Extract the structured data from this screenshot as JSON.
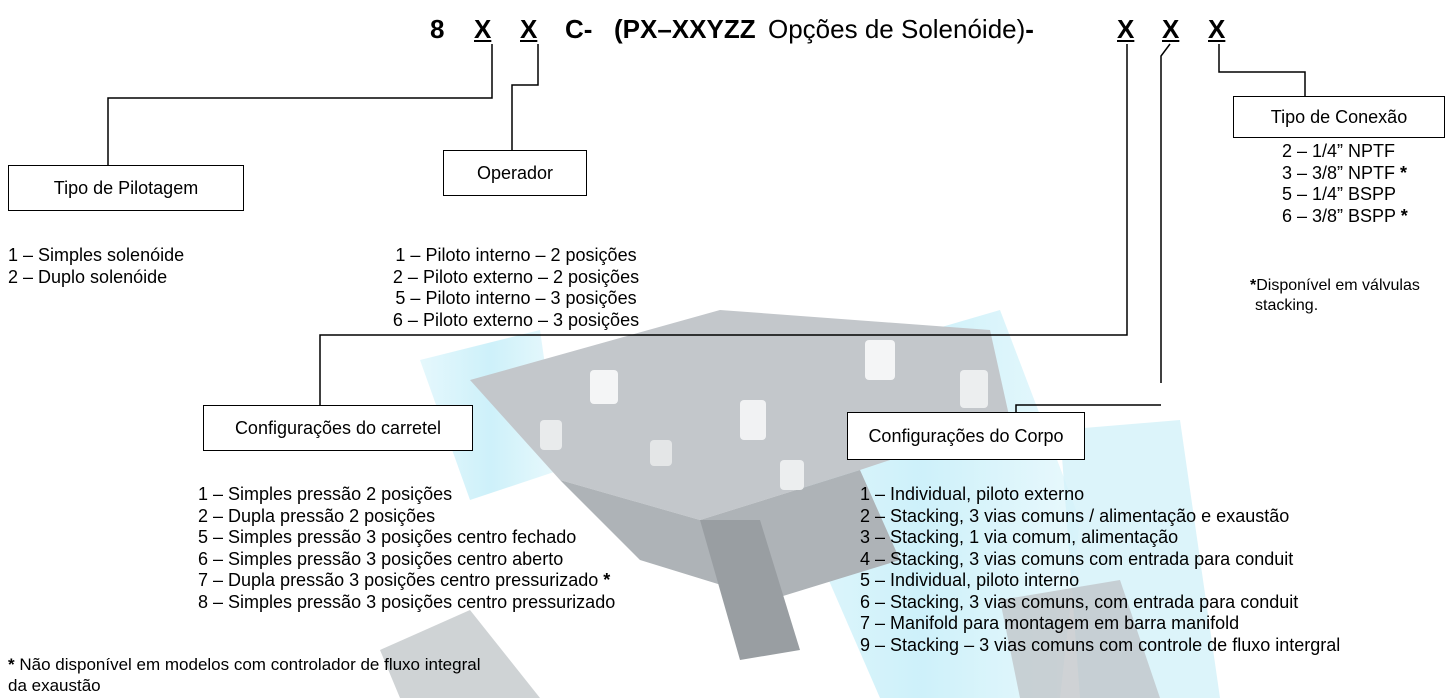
{
  "header": {
    "prefix": "8",
    "x1": "X",
    "x2": "X",
    "c": "C-",
    "px": "(PX–XXYZZ",
    "options": "Opções de Solenóide)",
    "dash": "-",
    "x3": "X",
    "x4": "X",
    "x5": "X"
  },
  "pilotage": {
    "title": "Tipo de Pilotagem",
    "items": [
      "1 – Simples solenóide",
      "2 – Duplo solenóide"
    ]
  },
  "operator": {
    "title": "Operador",
    "items": [
      "1 – Piloto interno – 2 posições",
      "2 – Piloto externo – 2 posições",
      "5 – Piloto interno – 3 posições",
      "6 – Piloto externo – 3 posições"
    ]
  },
  "connection": {
    "title": "Tipo de Conexão",
    "items": [
      {
        "text": "2 – 1/4” NPTF",
        "star": ""
      },
      {
        "text": "3 – 3/8” NPTF ",
        "star": "*"
      },
      {
        "text": "5 – 1/4” BSPP",
        "star": ""
      },
      {
        "text": "6 – 3/8” BSPP ",
        "star": "*"
      }
    ],
    "note_star": "*",
    "note_line1": "Disponível em válvulas",
    "note_line2": "stacking."
  },
  "spool": {
    "title": "Configurações do carretel",
    "items": [
      {
        "text": "1 – Simples pressão 2 posições",
        "star": ""
      },
      {
        "text": "2 – Dupla pressão 2 posições",
        "star": ""
      },
      {
        "text": "5 – Simples pressão 3 posições centro fechado",
        "star": ""
      },
      {
        "text": "6 – Simples pressão 3 posições centro aberto",
        "star": ""
      },
      {
        "text": "7 – Dupla pressão 3 posições centro pressurizado ",
        "star": "*"
      },
      {
        "text": "8 – Simples pressão 3 posições centro pressurizado",
        "star": ""
      }
    ]
  },
  "body_config": {
    "title": "Configurações do Corpo",
    "items": [
      "1 – Individual, piloto externo",
      "2 – Stacking, 3 vias comuns / alimentação e exaustão",
      "3 – Stacking, 1 via comum, alimentação",
      "4 – Stacking, 3 vias comuns com entrada para conduit",
      "5 – Individual, piloto interno",
      "6 – Stacking, 3 vias comuns, com entrada para conduit",
      "7 – Manifold para montagem em barra manifold",
      "9 – Stacking – 3 vias comuns com controle de fluxo intergral"
    ]
  },
  "footnote": {
    "star": "*",
    "line1": " Não disponível em modelos com controlador de fluxo integral",
    "line2": "da exaustão"
  },
  "colors": {
    "line": "#000000",
    "photo_light": "#dfe3e6",
    "photo_mid": "#b9bec2",
    "photo_dark": "#8e9296",
    "cyan_glow": "#d6f4fb"
  }
}
